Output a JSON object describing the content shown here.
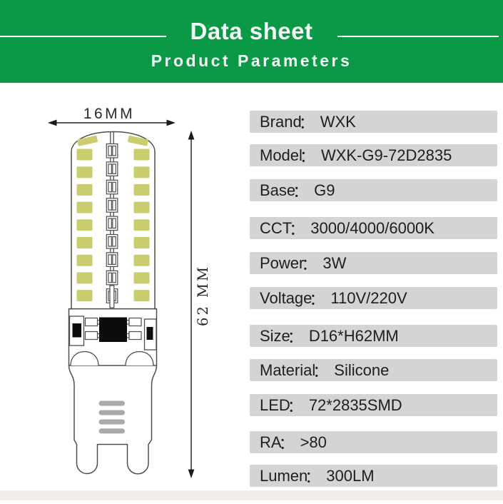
{
  "header": {
    "title": "Data sheet",
    "subtitle": "Product Parameters",
    "background_color": "#0a9a47",
    "text_color": "#ffffff"
  },
  "diagram": {
    "width_label": "16MM",
    "height_label": "62 MM",
    "led_chip_color": "#c9cd6e",
    "outline_color": "#4a4a4a",
    "vent_bar_color": "#a9a9a9"
  },
  "specs": {
    "separator": "：",
    "row_background_color": "#d4d4d4",
    "rows": [
      {
        "label": "Brand",
        "value": "WXK"
      },
      {
        "label": "Model",
        "value": "WXK-G9-72D2835"
      },
      {
        "label": "Base",
        "value": "G9"
      },
      {
        "label": "CCT",
        "value": "3000/4000/6000K"
      },
      {
        "label": "Power",
        "value": "3W"
      },
      {
        "label": "Voltage",
        "value": "110V/220V"
      },
      {
        "label": "Size",
        "value": "D16*H62MM"
      },
      {
        "label": "Material",
        "value": "Silicone"
      },
      {
        "label": "LED",
        "value": "72*2835SMD"
      },
      {
        "label": "RA",
        "value": ">80"
      },
      {
        "label": "Lumen",
        "value": "300LM"
      }
    ]
  }
}
